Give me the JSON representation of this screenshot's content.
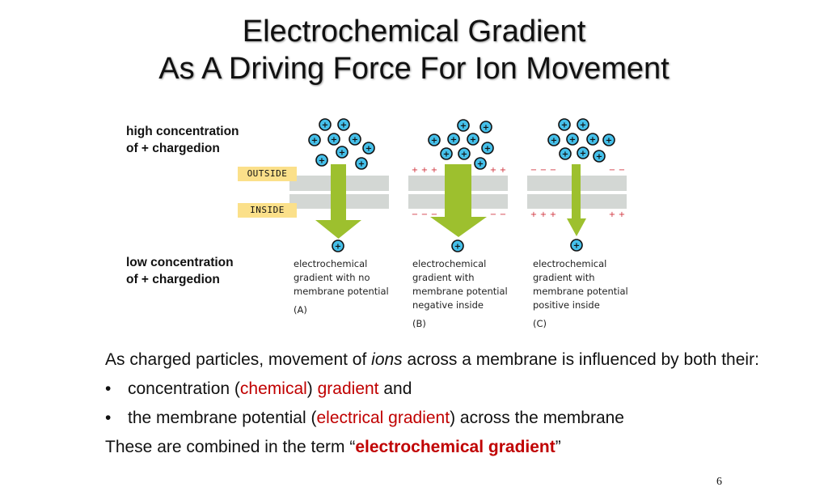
{
  "title": {
    "line1": "Electrochemical Gradient",
    "line2": "As A Driving Force For Ion Movement"
  },
  "figure": {
    "high_label": [
      "high concentration",
      "of + chargedion"
    ],
    "low_label": [
      "low concentration",
      "of + chargedion"
    ],
    "outside_label": "OUTSIDE",
    "inside_label": "INSIDE",
    "panels": [
      {
        "caption": "electrochemical\ngradient with no\nmembrane potential",
        "tag": "(A)",
        "outside_charge": "",
        "inside_charge": ""
      },
      {
        "caption": "electrochemical\ngradient with\nmembrane potential\nnegative inside",
        "tag": "(B)",
        "outside_charge": "+",
        "inside_charge": "−"
      },
      {
        "caption": "electrochemical\ngradient with\nmembrane potential\npositive inside",
        "tag": "(C)",
        "outside_charge": "−",
        "inside_charge": "+"
      }
    ],
    "colors": {
      "ion": "#45c0ea",
      "arrow": "#9dc02e",
      "membrane": "#d3d7d4",
      "label_bg": "#fbe08a",
      "charge": "#d0303a"
    }
  },
  "body": {
    "intro_a": "As charged particles, movement of ",
    "intro_em": "ions",
    "intro_b": " across a membrane is influenced by both their:",
    "b1_a": "concentration (",
    "b1_red": "chemical",
    "b1_b": ") ",
    "b1_red2": "gradient",
    "b1_c": " and",
    "b2_a": "the membrane potential (",
    "b2_red": "electrical gradient",
    "b2_b": ") across the membrane",
    "end_a": "These are combined in the term “",
    "end_red": "electrochemical gradient",
    "end_b": "”"
  },
  "page_number": "6"
}
